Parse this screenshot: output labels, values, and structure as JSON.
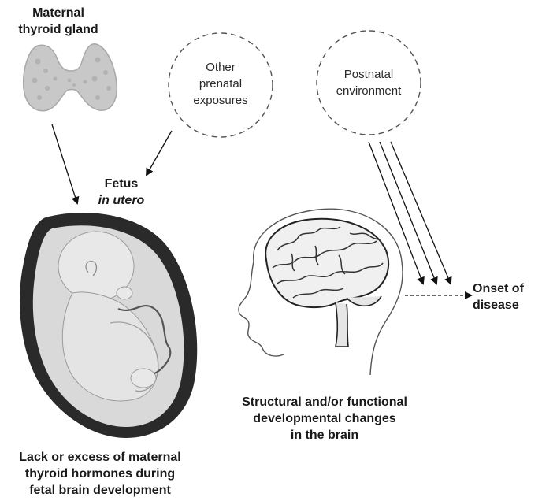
{
  "thyroid": {
    "line1": "Maternal",
    "line2": "thyroid gland"
  },
  "prenatal": {
    "line1": "Other",
    "line2": "prenatal",
    "line3": "exposures"
  },
  "postnatal": {
    "line1": "Postnatal",
    "line2": "environment"
  },
  "fetus": {
    "line1": "Fetus",
    "line2": "in utero"
  },
  "onset": {
    "line1": "Onset of",
    "line2": "disease"
  },
  "brain_caption": {
    "line1": "Structural and/or functional",
    "line2": "developmental changes",
    "line3": "in the brain"
  },
  "fetal_caption": {
    "line1": "Lack or excess of maternal",
    "line2": "thyroid hormones during",
    "line3": "fetal brain development"
  }
}
